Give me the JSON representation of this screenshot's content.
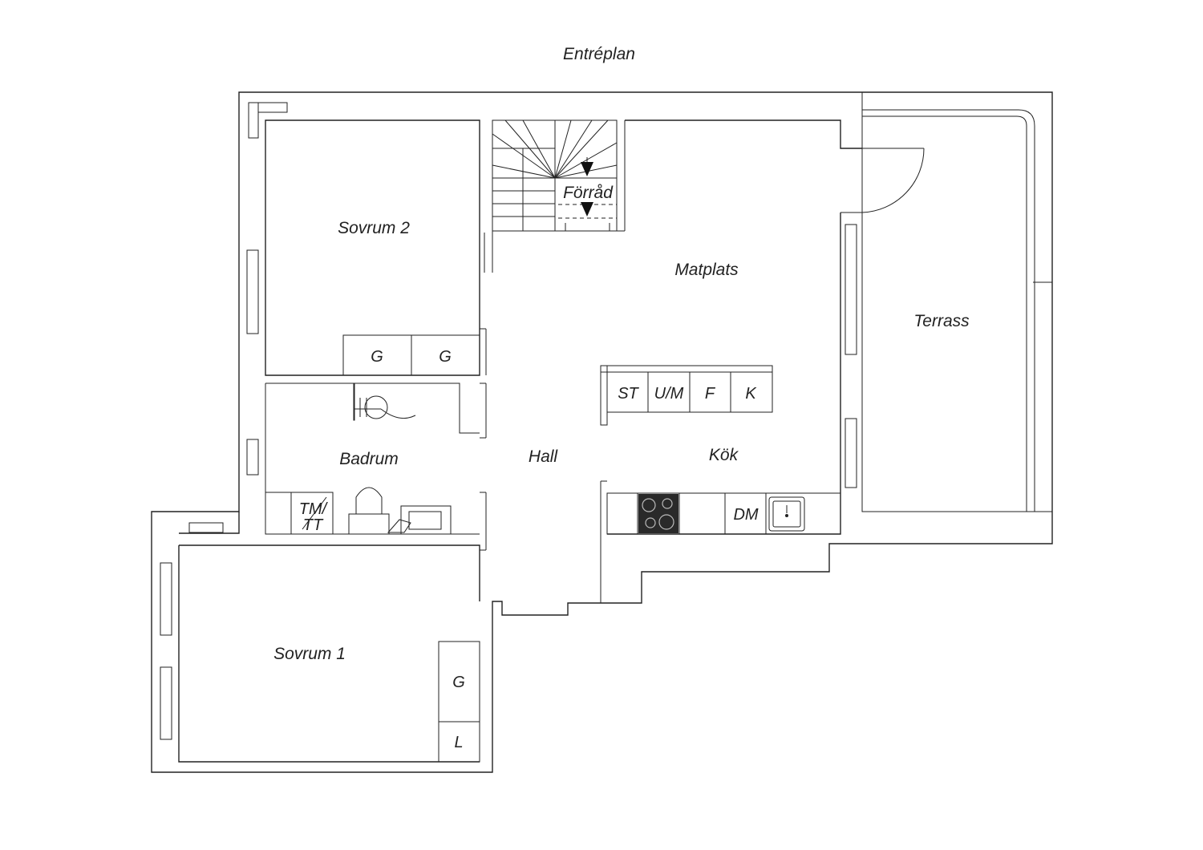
{
  "title": "Entréplan",
  "rooms": {
    "sovrum2": "Sovrum 2",
    "forrad": "Förråd",
    "matplats": "Matplats",
    "terrass": "Terrass",
    "badrum": "Badrum",
    "hall": "Hall",
    "kok": "Kök",
    "sovrum1": "Sovrum 1"
  },
  "fixtures": {
    "wardrobe_a": "G",
    "wardrobe_b": "G",
    "st": "ST",
    "um": "U/M",
    "f": "F",
    "k": "K",
    "tm_line1": "TM/",
    "tm_line2": "TT",
    "dm": "DM",
    "wardrobe_c": "G",
    "linen": "L"
  }
}
